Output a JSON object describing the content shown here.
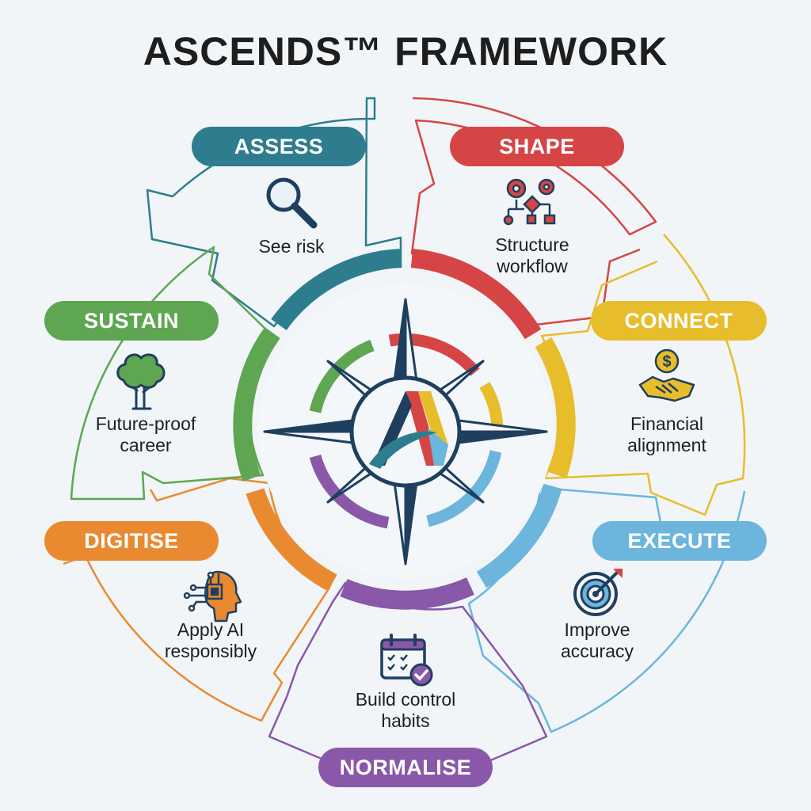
{
  "title": "ASCENDS™ FRAMEWORK",
  "colors": {
    "assess": "#2e7d8e",
    "shape": "#d64545",
    "connect": "#e7bd2c",
    "execute": "#6cb5dd",
    "normalise": "#8a58a8",
    "digitise": "#ea8a30",
    "sustain": "#5ea652",
    "navy": "#1f3f5e"
  },
  "stages": [
    {
      "key": "assess",
      "label": "ASSESS",
      "description": "See risk",
      "icon": "magnifier-icon"
    },
    {
      "key": "shape",
      "label": "SHAPE",
      "description": "Structure\nworkflow",
      "icon": "gears-flowchart-icon"
    },
    {
      "key": "connect",
      "label": "CONNECT",
      "description": "Financial\nalignment",
      "icon": "handshake-coin-icon"
    },
    {
      "key": "execute",
      "label": "EXECUTE",
      "description": "Improve\naccuracy",
      "icon": "target-dart-icon"
    },
    {
      "key": "normalise",
      "label": "NORMALISE",
      "description": "Build control\nhabits",
      "icon": "calendar-check-icon"
    },
    {
      "key": "digitise",
      "label": "DIGITISE",
      "description": "Apply AI\nresponsibly",
      "icon": "ai-head-chip-icon"
    },
    {
      "key": "sustain",
      "label": "SUSTAIN",
      "description": "Future-proof\ncareer",
      "icon": "tree-icon"
    }
  ]
}
